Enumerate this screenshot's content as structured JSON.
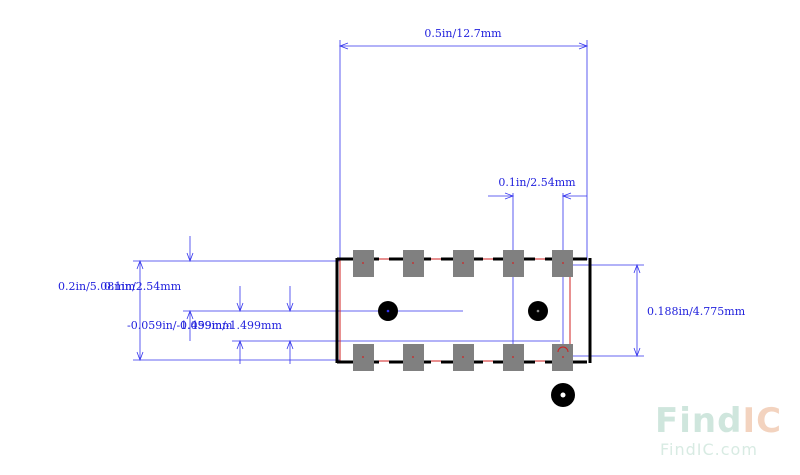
{
  "dimensions": {
    "top_width": "0.5in/12.7mm",
    "pitch": "0.1in/2.54mm",
    "left_height": "0.2in/5.08mm",
    "left_height_overlap": "0.1in/2.54mm",
    "left_offset": "-0.059in/-1.499mm",
    "left_offset_overlap": "0.059in/-1.499mm",
    "right_height": "0.188in/4.775mm"
  },
  "watermark": {
    "logo_find": "Find",
    "logo_ic": "IC",
    "url": "FindIC.com"
  },
  "colors": {
    "dimension": "#3333ee",
    "pad": "#808080",
    "outline": "#000000",
    "courtyard": "#d02020",
    "hole": "#000000"
  }
}
